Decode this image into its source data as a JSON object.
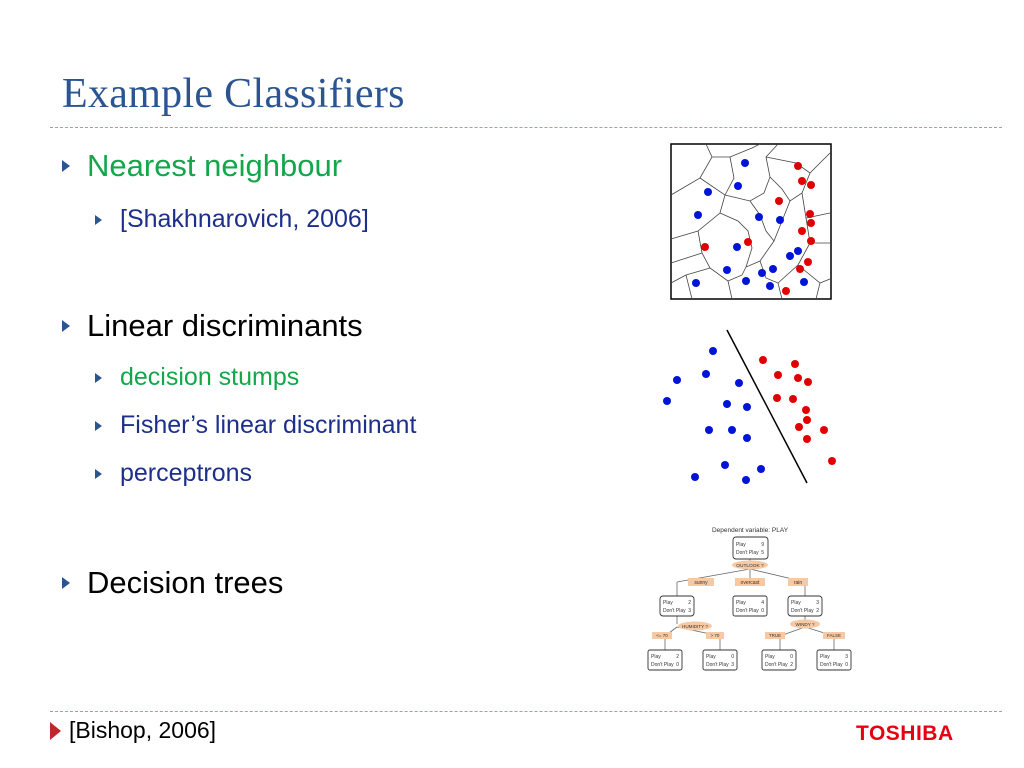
{
  "slide": {
    "title": "Example Classifiers",
    "bullets": [
      {
        "text": "Nearest neighbour",
        "color": "#14a64a",
        "sub": [
          {
            "text": "[Shakhnarovich, 2006]",
            "color": "#1d2f8a"
          }
        ]
      },
      {
        "text": "Linear discriminants",
        "color": "#000000",
        "sub": [
          {
            "text": "decision stumps",
            "color": "#14a64a"
          },
          {
            "text": "Fisher’s linear discriminant",
            "color": "#1d2f8a"
          },
          {
            "text": "perceptrons",
            "color": "#1d2f8a"
          }
        ]
      },
      {
        "text": "Decision trees",
        "color": "#000000",
        "sub": []
      }
    ],
    "footer_citation": "[Bishop, 2006]",
    "logo_text": "TOSHIBA",
    "accent_color": "#2b5591",
    "logo_color": "#e60012"
  },
  "figures": {
    "tree": {
      "root": {
        "title": "Dependent variable: PLAY",
        "rows": [
          [
            "Play",
            "9"
          ],
          [
            "Don't Play",
            "5"
          ]
        ]
      },
      "root_split": "OUTLOOK ?",
      "branches1": [
        "sunny",
        "overcast",
        "rain"
      ],
      "left_node": {
        "rows": [
          [
            "Play",
            "2"
          ],
          [
            "Don't Play",
            "3"
          ]
        ]
      },
      "mid_node": {
        "rows": [
          [
            "Play",
            "4"
          ],
          [
            "Don't Play",
            "0"
          ]
        ]
      },
      "right_node": {
        "rows": [
          [
            "Play",
            "3"
          ],
          [
            "Don't Play",
            "2"
          ]
        ]
      },
      "left_split": "HUMIDITY ?",
      "right_split": "WINDY ?",
      "branches2_left": [
        "<= 70",
        "> 70"
      ],
      "branches2_right": [
        "TRUE",
        "FALSE"
      ],
      "leaves": [
        {
          "rows": [
            [
              "Play",
              "2"
            ],
            [
              "Don't Play",
              "0"
            ]
          ]
        },
        {
          "rows": [
            [
              "Play",
              "0"
            ],
            [
              "Don't Play",
              "3"
            ]
          ]
        },
        {
          "rows": [
            [
              "Play",
              "0"
            ],
            [
              "Don't Play",
              "2"
            ]
          ]
        },
        {
          "rows": [
            [
              "Play",
              "3"
            ],
            [
              "Don't Play",
              "0"
            ]
          ]
        }
      ]
    }
  }
}
